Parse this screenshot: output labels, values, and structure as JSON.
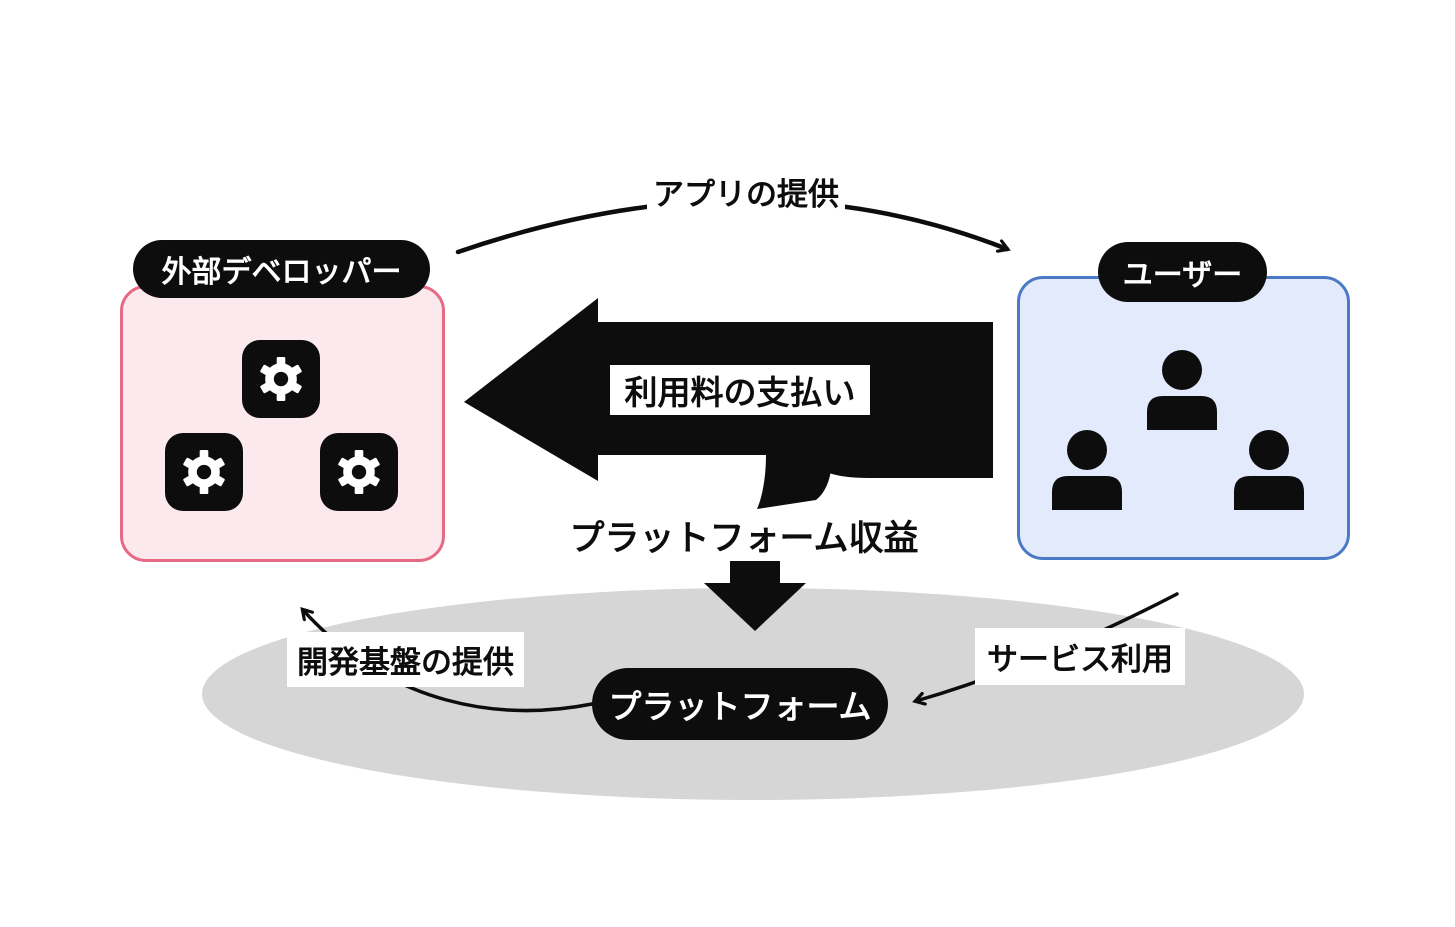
{
  "diagram": {
    "title_context": "platform-ecosystem-flow",
    "developer_box": {
      "label": "外部デベロッパー",
      "icon": "gear",
      "icon_count": 3
    },
    "user_box": {
      "label": "ユーザー",
      "icon": "person",
      "icon_count": 3
    },
    "platform": {
      "label": "プラットフォーム"
    },
    "flows": {
      "app_provision": "アプリの提供",
      "fee_payment": "利用料の支払い",
      "platform_revenue": "プラットフォーム収益",
      "dev_platform_provision": "開発基盤の提供",
      "service_usage": "サービス利用"
    },
    "colors": {
      "background": "#ffffff",
      "ellipse_gray": "#d6d6d6",
      "dev_box_fill": "#fce9ed",
      "dev_box_border": "#e66a84",
      "user_box_fill": "#e2eafc",
      "user_box_border": "#4a7ac6",
      "pill_black": "#0d0d0d",
      "arrow_black": "#0d0d0d"
    }
  }
}
